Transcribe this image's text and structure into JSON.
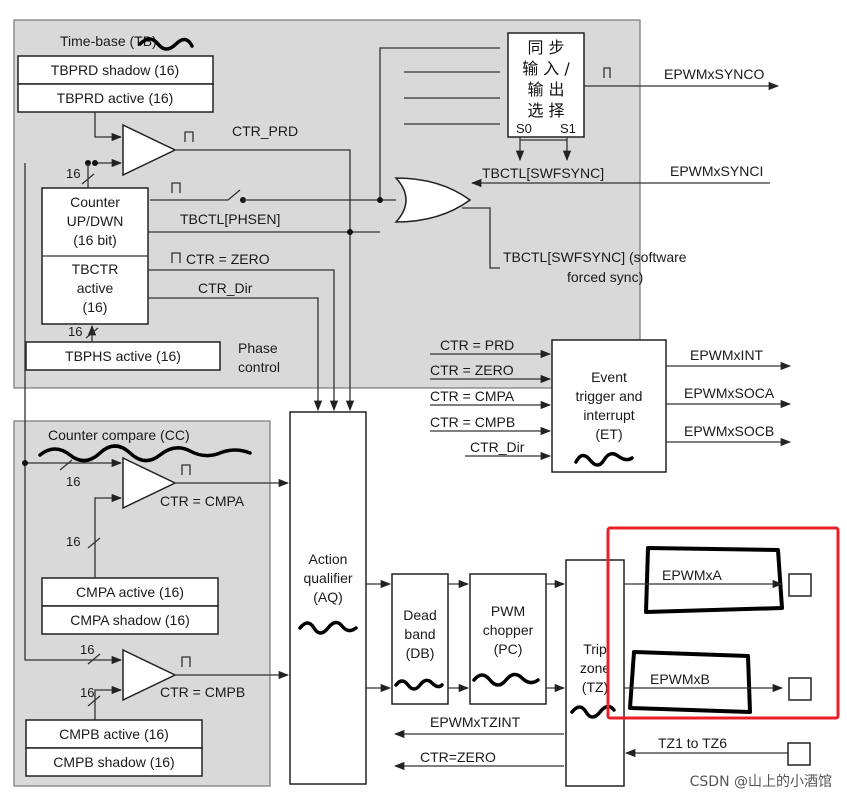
{
  "regions": {
    "time_base": "Time-base (TB)",
    "counter_compare": "Counter compare (CC)"
  },
  "blocks": {
    "tbprd_shadow": "TBPRD shadow (16)",
    "tbprd_active": "TBPRD active (16)",
    "counter": [
      "Counter",
      "UP/DWN",
      "(16 bit)"
    ],
    "tbctr": [
      "TBCTR",
      "active",
      "(16)"
    ],
    "tbphs_active": "TBPHS active (16)",
    "phase_control": [
      "Phase",
      "control"
    ],
    "sync_select": [
      "同 步",
      "输 入 /",
      "输 出",
      "选 择"
    ],
    "s0": "S0",
    "s1": "S1",
    "cmpa_active": "CMPA active (16)",
    "cmpa_shadow": "CMPA shadow (16)",
    "cmpb_active": "CMPB active (16)",
    "cmpb_shadow": "CMPB shadow (16)",
    "aq": [
      "Action",
      "qualifier",
      "(AQ)"
    ],
    "db": [
      "Dead",
      "band",
      "(DB)"
    ],
    "pc": [
      "PWM",
      "chopper",
      "(PC)"
    ],
    "tz": [
      "Trip",
      "zone",
      "(TZ)"
    ],
    "et": [
      "Event",
      "trigger and",
      "interrupt",
      "(ET)"
    ]
  },
  "signals": {
    "ctr_prd": "CTR_PRD",
    "tbctl_phsen": "TBCTL[PHSEN]",
    "ctr_zero": "CTR = ZERO",
    "ctr_dir": "CTR_Dir",
    "tbctl_swfsync": "TBCTL[SWFSYNC]",
    "swfsync_note": [
      "TBCTL[SWFSYNC] (software",
      "forced sync)"
    ],
    "epwmx_synco": "EPWMxSYNCO",
    "epwmx_synci": "EPWMxSYNCI",
    "ctr_cmpa": "CTR = CMPA",
    "ctr_cmpb": "CTR = CMPB",
    "bus16": "16",
    "et_in": [
      "CTR = PRD",
      "CTR = ZERO",
      "CTR = CMPA",
      "CTR = CMPB",
      "CTR_Dir"
    ],
    "epwmx_int": "EPWMxINT",
    "epwmx_soca": "EPWMxSOCA",
    "epwmx_socb": "EPWMxSOCB",
    "epwmx_a": "EPWMxA",
    "epwmx_b": "EPWMxB",
    "epwmx_tzint": "EPWMxTZINT",
    "ctr_zero_tz": "CTR=ZERO",
    "tz1_to_tz6": "TZ1 to TZ6"
  },
  "watermark": "CSDN @山上的小酒馆",
  "colors": {
    "region_fill": "#d9d9d9",
    "highlight": "#e8202a",
    "line": "#333333"
  }
}
